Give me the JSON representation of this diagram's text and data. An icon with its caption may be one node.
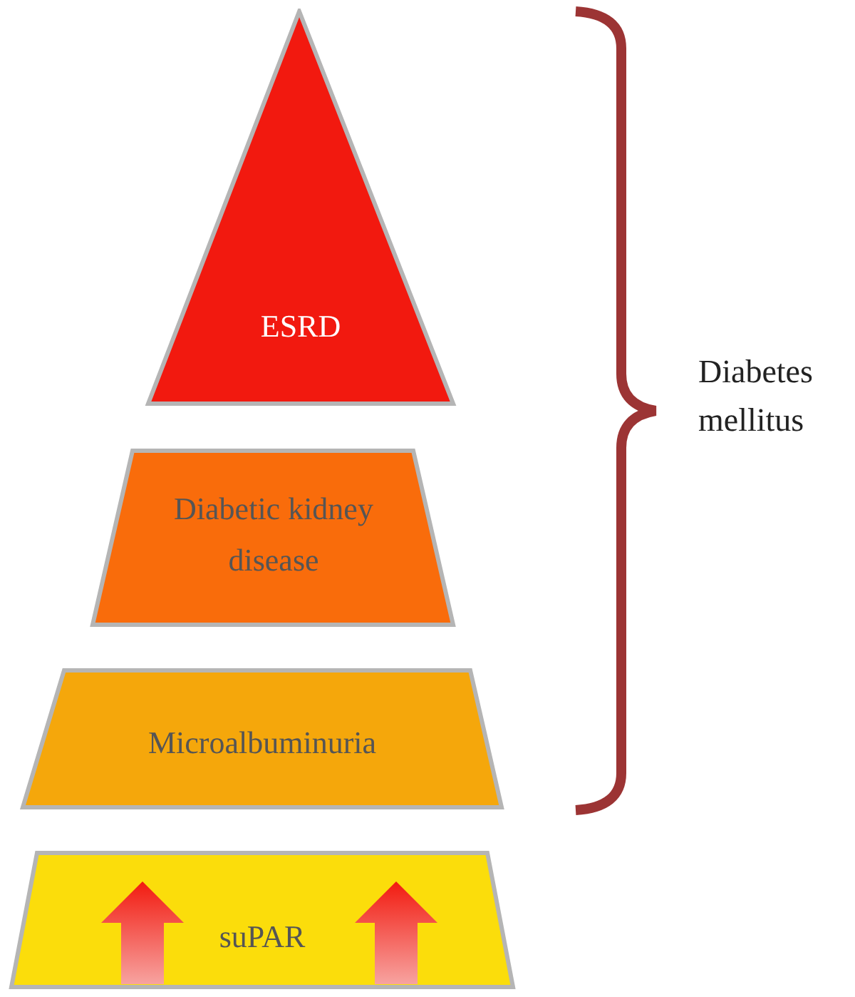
{
  "diagram": {
    "nodes": [
      {
        "text": [
          "ESRD"
        ]
      },
      {
        "text": [
          "Diabetic kidney disease"
        ]
      },
      {
        "text": [
          "Microalbuminuria"
        ]
      },
      {
        "text": [
          "suPAR"
        ]
      }
    ],
    "labels": [
      "Diabetes mellitus"
    ]
  }
}
